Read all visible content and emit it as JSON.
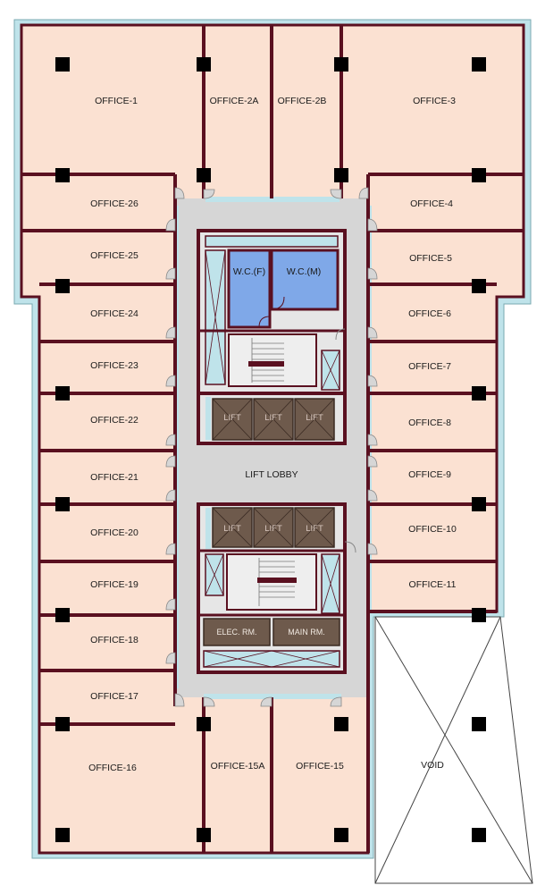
{
  "colors": {
    "office_fill": "#fbe1d2",
    "wall": "#5a1020",
    "glass": "#bfe3ea",
    "core_fill": "#d6d6d6",
    "wc_fill": "#7fa8e8",
    "lift_fill": "#6e5a4c",
    "utility_fill": "#6e5a4c",
    "column": "#000000"
  },
  "rooms": {
    "office_1": "OFFICE-1",
    "office_2a": "OFFICE-2A",
    "office_2b": "OFFICE-2B",
    "office_3": "OFFICE-3",
    "office_4": "OFFICE-4",
    "office_5": "OFFICE-5",
    "office_6": "OFFICE-6",
    "office_7": "OFFICE-7",
    "office_8": "OFFICE-8",
    "office_9": "OFFICE-9",
    "office_10": "OFFICE-10",
    "office_11": "OFFICE-11",
    "office_15": "OFFICE-15",
    "office_15a": "OFFICE-15A",
    "office_16": "OFFICE-16",
    "office_17": "OFFICE-17",
    "office_18": "OFFICE-18",
    "office_19": "OFFICE-19",
    "office_20": "OFFICE-20",
    "office_21": "OFFICE-21",
    "office_22": "OFFICE-22",
    "office_23": "OFFICE-23",
    "office_24": "OFFICE-24",
    "office_25": "OFFICE-25",
    "office_26": "OFFICE-26",
    "wc_f": "W.C.(F)",
    "wc_m": "W.C.(M)",
    "lift": "LIFT",
    "lift_lobby": "LIFT LOBBY",
    "elec_rm": "ELEC. RM.",
    "main_rm": "MAIN RM.",
    "void": "VOID"
  }
}
